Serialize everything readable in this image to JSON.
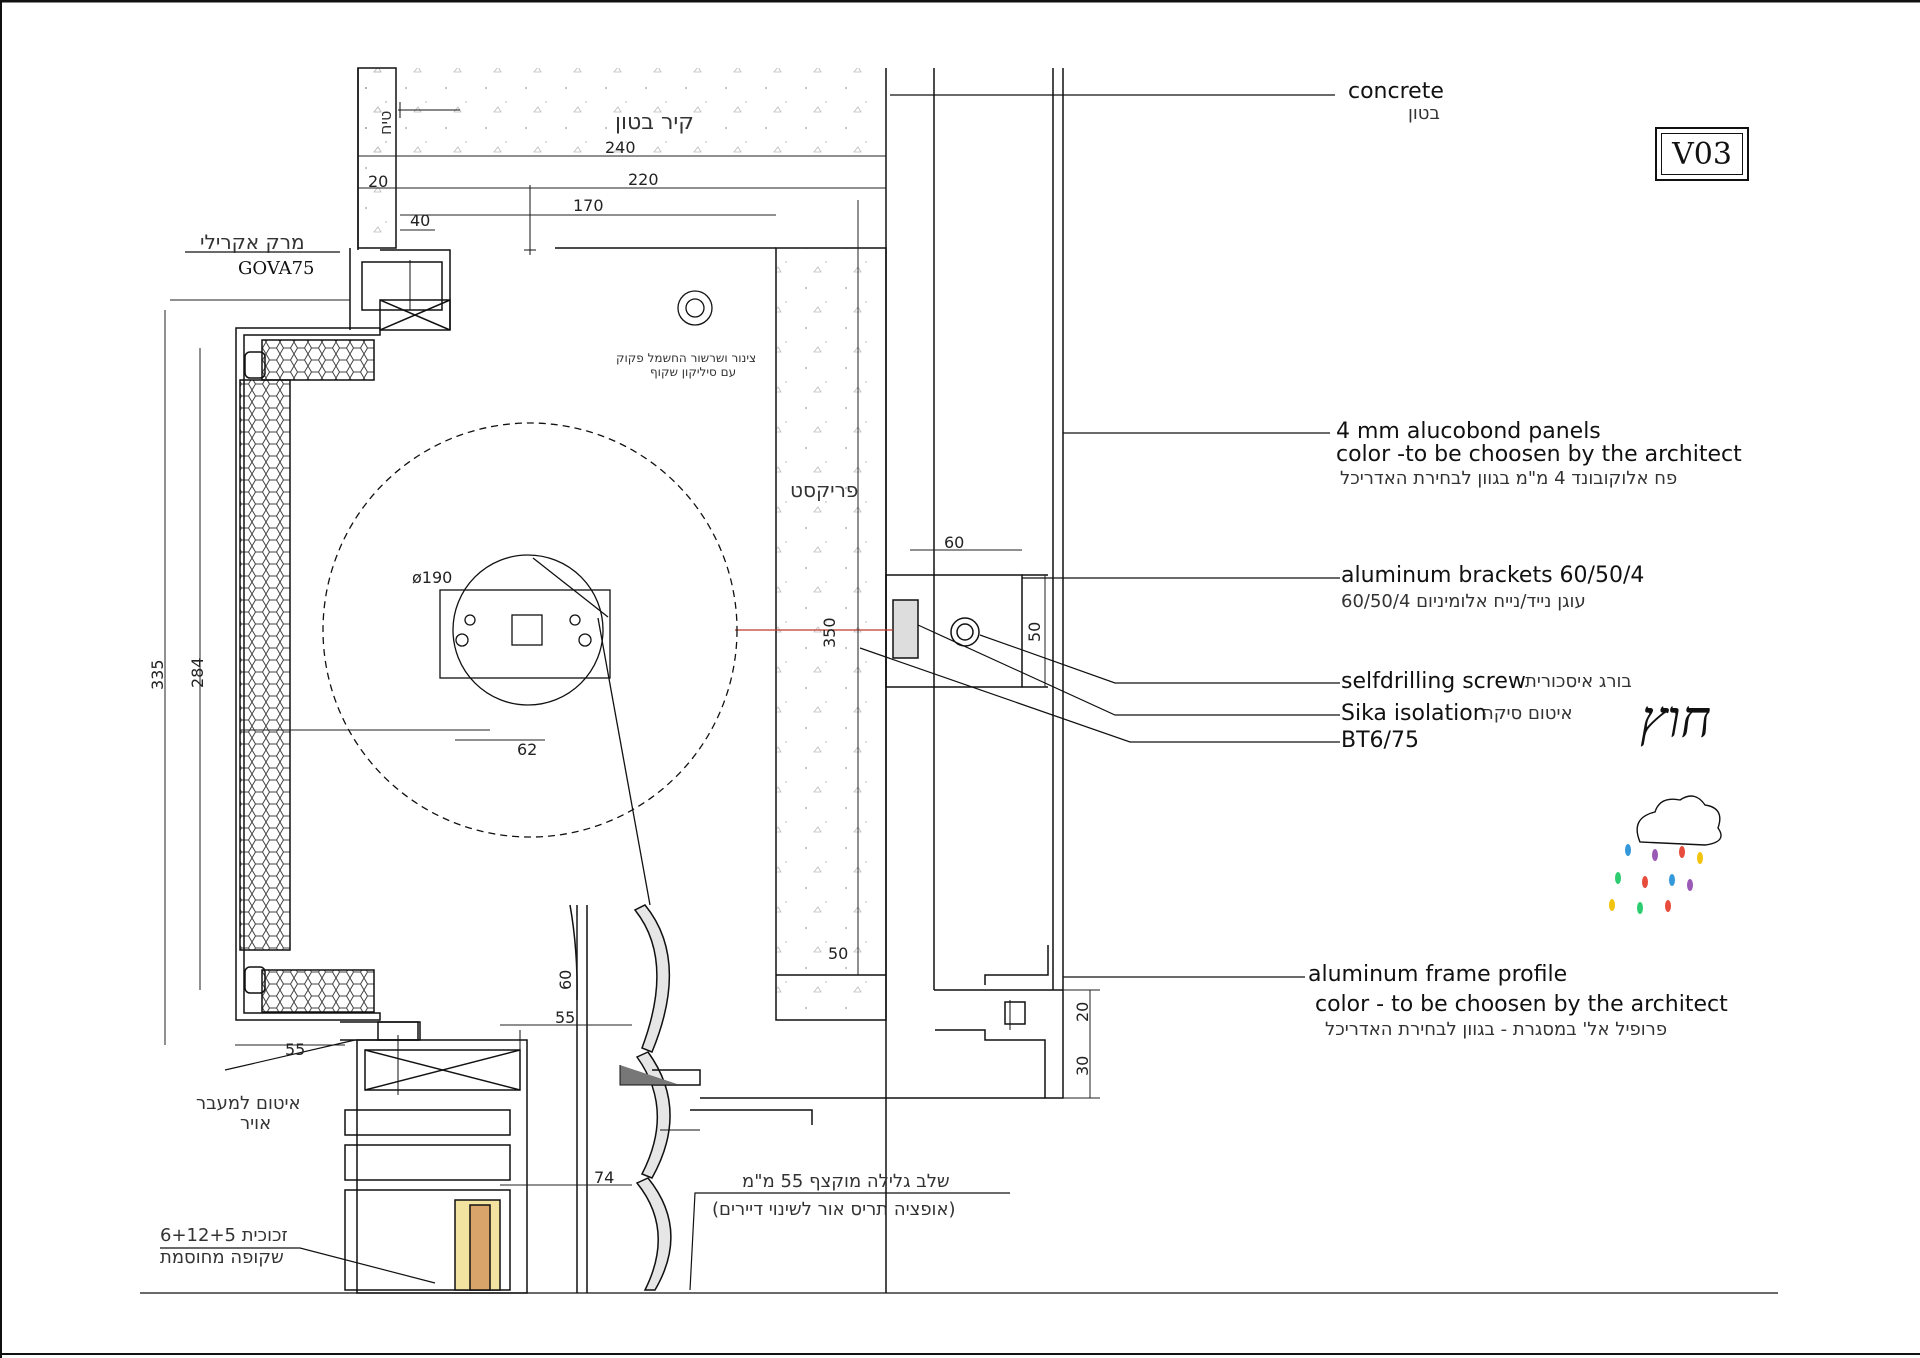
{
  "drawing_code": "V03",
  "outside_label": "חוץ",
  "labels": {
    "concrete_en": "concrete",
    "concrete_he": "בטון",
    "alucobond_en1": "4 mm alucobond panels",
    "alucobond_en2": "color -to be choosen by the architect",
    "alucobond_he": "פח אלוקובונד 4 מ\"מ בגוון לבחירת האדריכל",
    "brackets_en": "aluminum brackets 60/50/4",
    "brackets_he": "עוגן נייד/נייח אלומיניום 60/50/4",
    "screw_en": "selfdrilling screw",
    "screw_he": "בורג איסכורית",
    "sika_en": "Sika isolation",
    "sika_he": "איטום סיקה",
    "bt": "BT6/75",
    "frame_en1": "aluminum frame profile",
    "frame_en2": "color - to be choosen by the architect",
    "frame_he": "פרופיל אל' במסגרת - בגוון לבחירת האדריכל",
    "concrete_wall_he": "קיר בטון",
    "plaster_he": "טיח",
    "acrylic_he": "מרק אקרילי",
    "gova": "GOVA75",
    "conduit_he1": "צינור ושרשור החשמל פקוק",
    "conduit_he2": "עם סיליקון שקוף",
    "block_he": "פריקסט",
    "air_seal_he1": "איטום למעבר",
    "air_seal_he2": "אויר",
    "slat_he1": "שלב גלילה מוקצף 55 מ\"מ",
    "slat_he2": "(אופציה תריס אור לשינוי דיירים)",
    "glass_he1": "זכוכית 6+12+5",
    "glass_he2": "שקופה מחוסמת"
  },
  "dims": {
    "d240": "240",
    "d220": "220",
    "d170": "170",
    "d20a": "20",
    "d40": "40",
    "d190": "ø190",
    "d62": "62",
    "d335": "335",
    "d284": "284",
    "d55a": "55",
    "d55b": "55",
    "d60a": "60",
    "d60b": "60",
    "d50a": "50",
    "d50b": "50",
    "d350": "350",
    "d74": "74",
    "d20b": "20",
    "d30": "30"
  },
  "colors": {
    "line": "#111111",
    "hatch": "#555555",
    "accent_cord": "#c0392b",
    "rain": [
      "#e74c3c",
      "#3498db",
      "#9b59b6",
      "#f1c40f",
      "#2ecc71"
    ]
  }
}
